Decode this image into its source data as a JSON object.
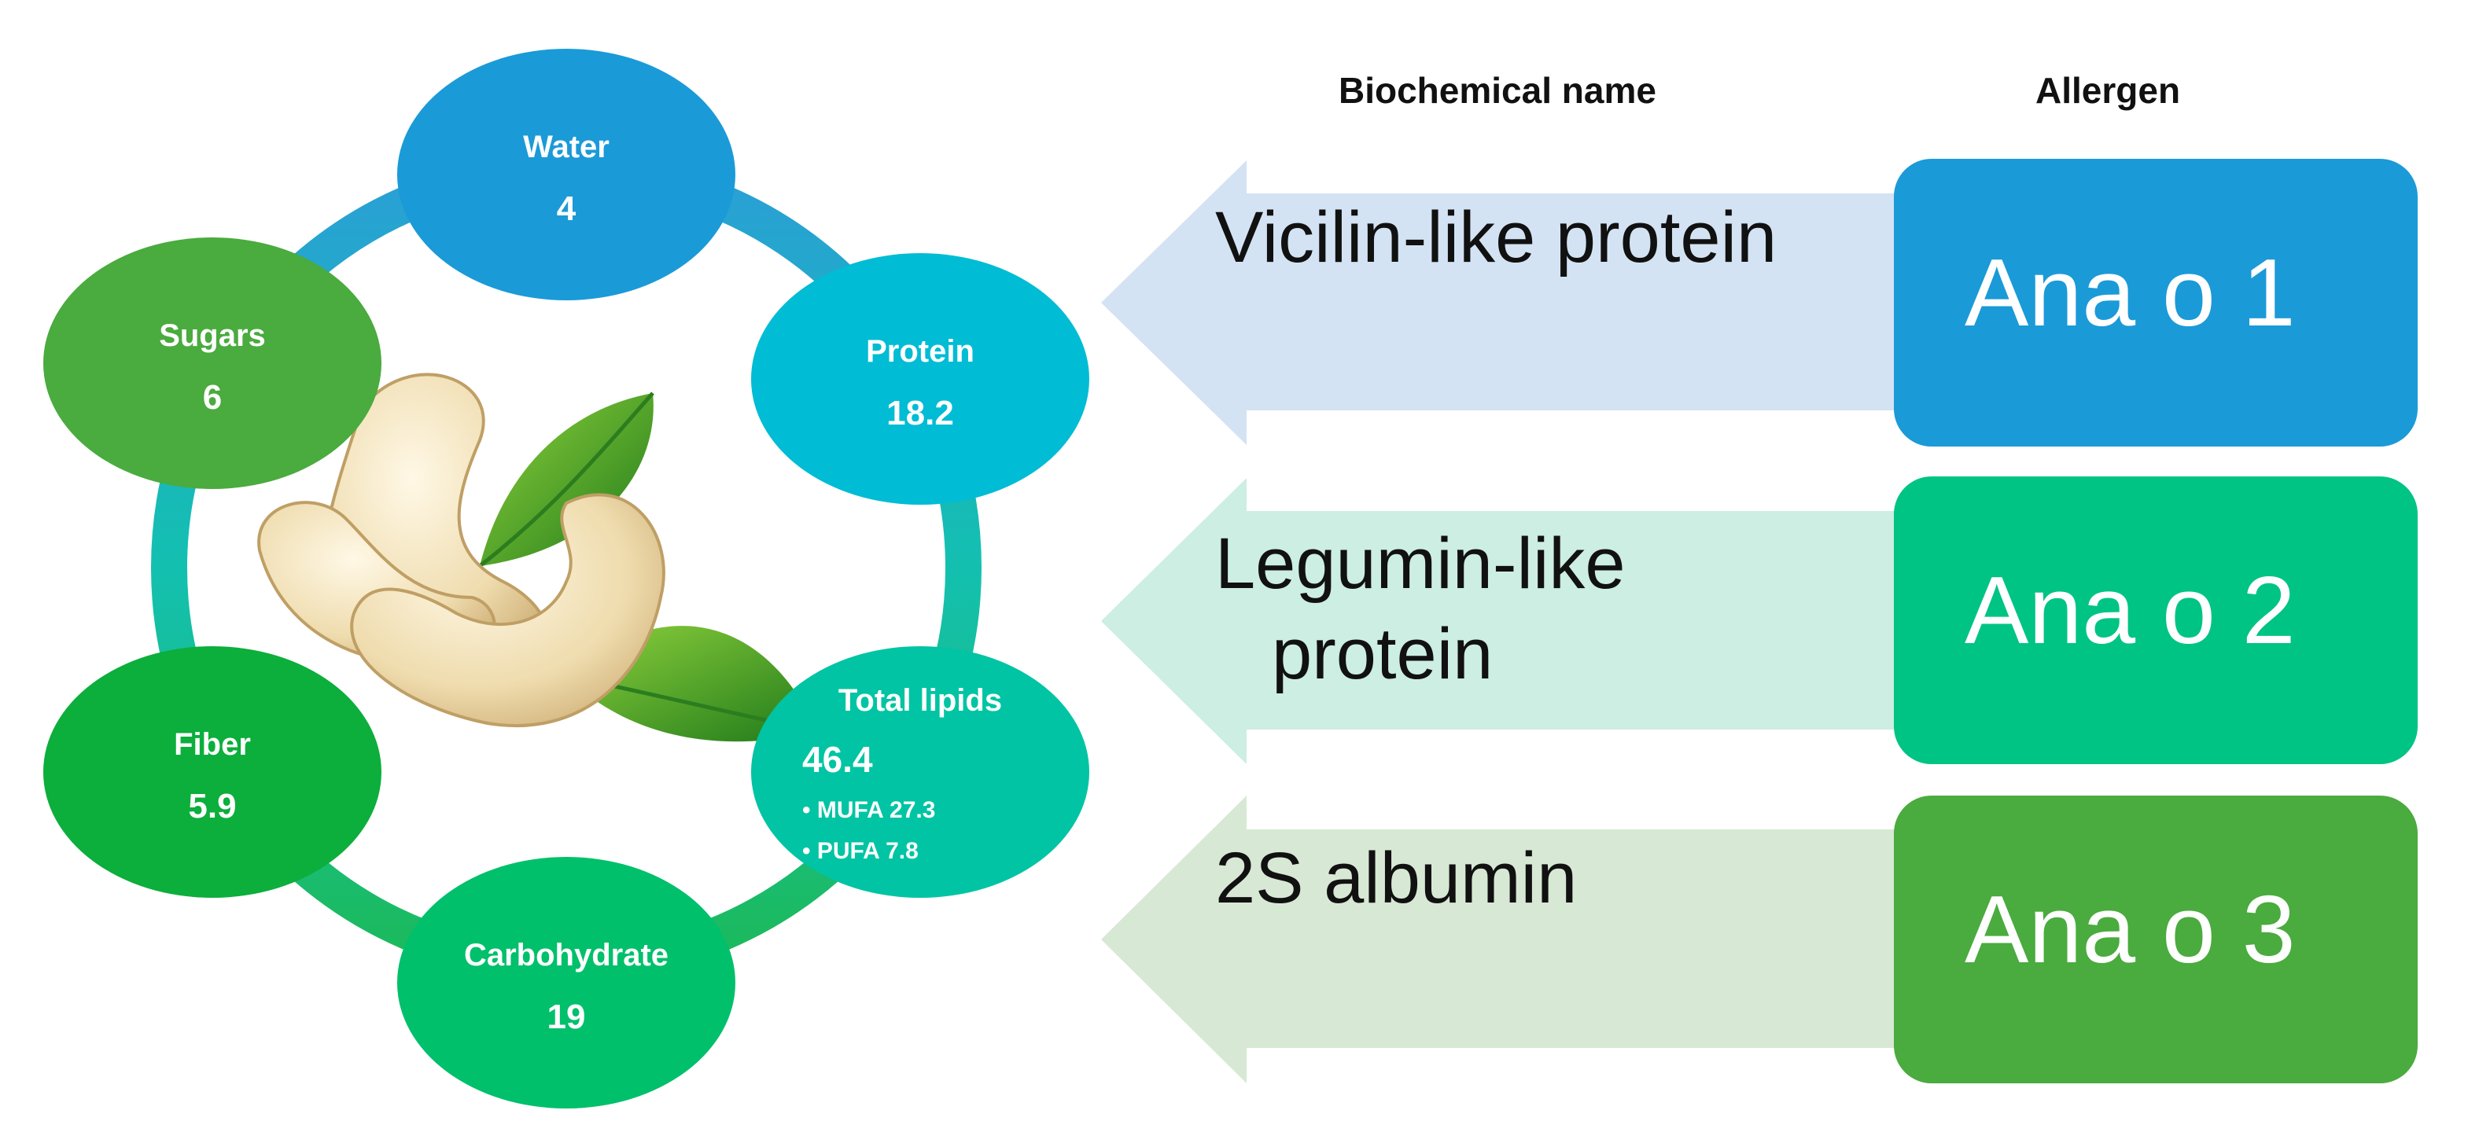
{
  "composition": {
    "nodes": [
      {
        "id": "water",
        "label": "Water",
        "value": "4",
        "color": "#1b9ad8"
      },
      {
        "id": "protein",
        "label": "Protein",
        "value": "18.2",
        "color": "#00bcd4"
      },
      {
        "id": "lipids",
        "label": "Total lipids",
        "value": "46.4",
        "sub": [
          "• MUFA 27.3",
          "• PUFA  7.8"
        ],
        "color": "#00c4a3"
      },
      {
        "id": "carbohydrate",
        "label": "Carbohydrate",
        "value": "19",
        "color": "#00c06b"
      },
      {
        "id": "fiber",
        "label": "Fiber",
        "value": "5.9",
        "color": "#0cae3c"
      },
      {
        "id": "sugars",
        "label": "Sugars",
        "value": "6",
        "color": "#4aab3e"
      }
    ]
  },
  "headers": {
    "biochemical": "Biochemical name",
    "allergen": "Allergen"
  },
  "allergens": [
    {
      "name_lines": [
        "Vicilin-like protein"
      ],
      "allergen": "Ana o 1",
      "box_color": "#1b9ad8",
      "arrow_color": "#d3e3f3"
    },
    {
      "name_lines": [
        "Legumin-like",
        "protein"
      ],
      "allergen": "Ana o 2",
      "box_color": "#00c484",
      "arrow_color": "#cdeee2"
    },
    {
      "name_lines": [
        "2S albumin"
      ],
      "allergen": "Ana o 3",
      "box_color": "#4aab3e",
      "arrow_color": "#d7e9d4"
    }
  ]
}
